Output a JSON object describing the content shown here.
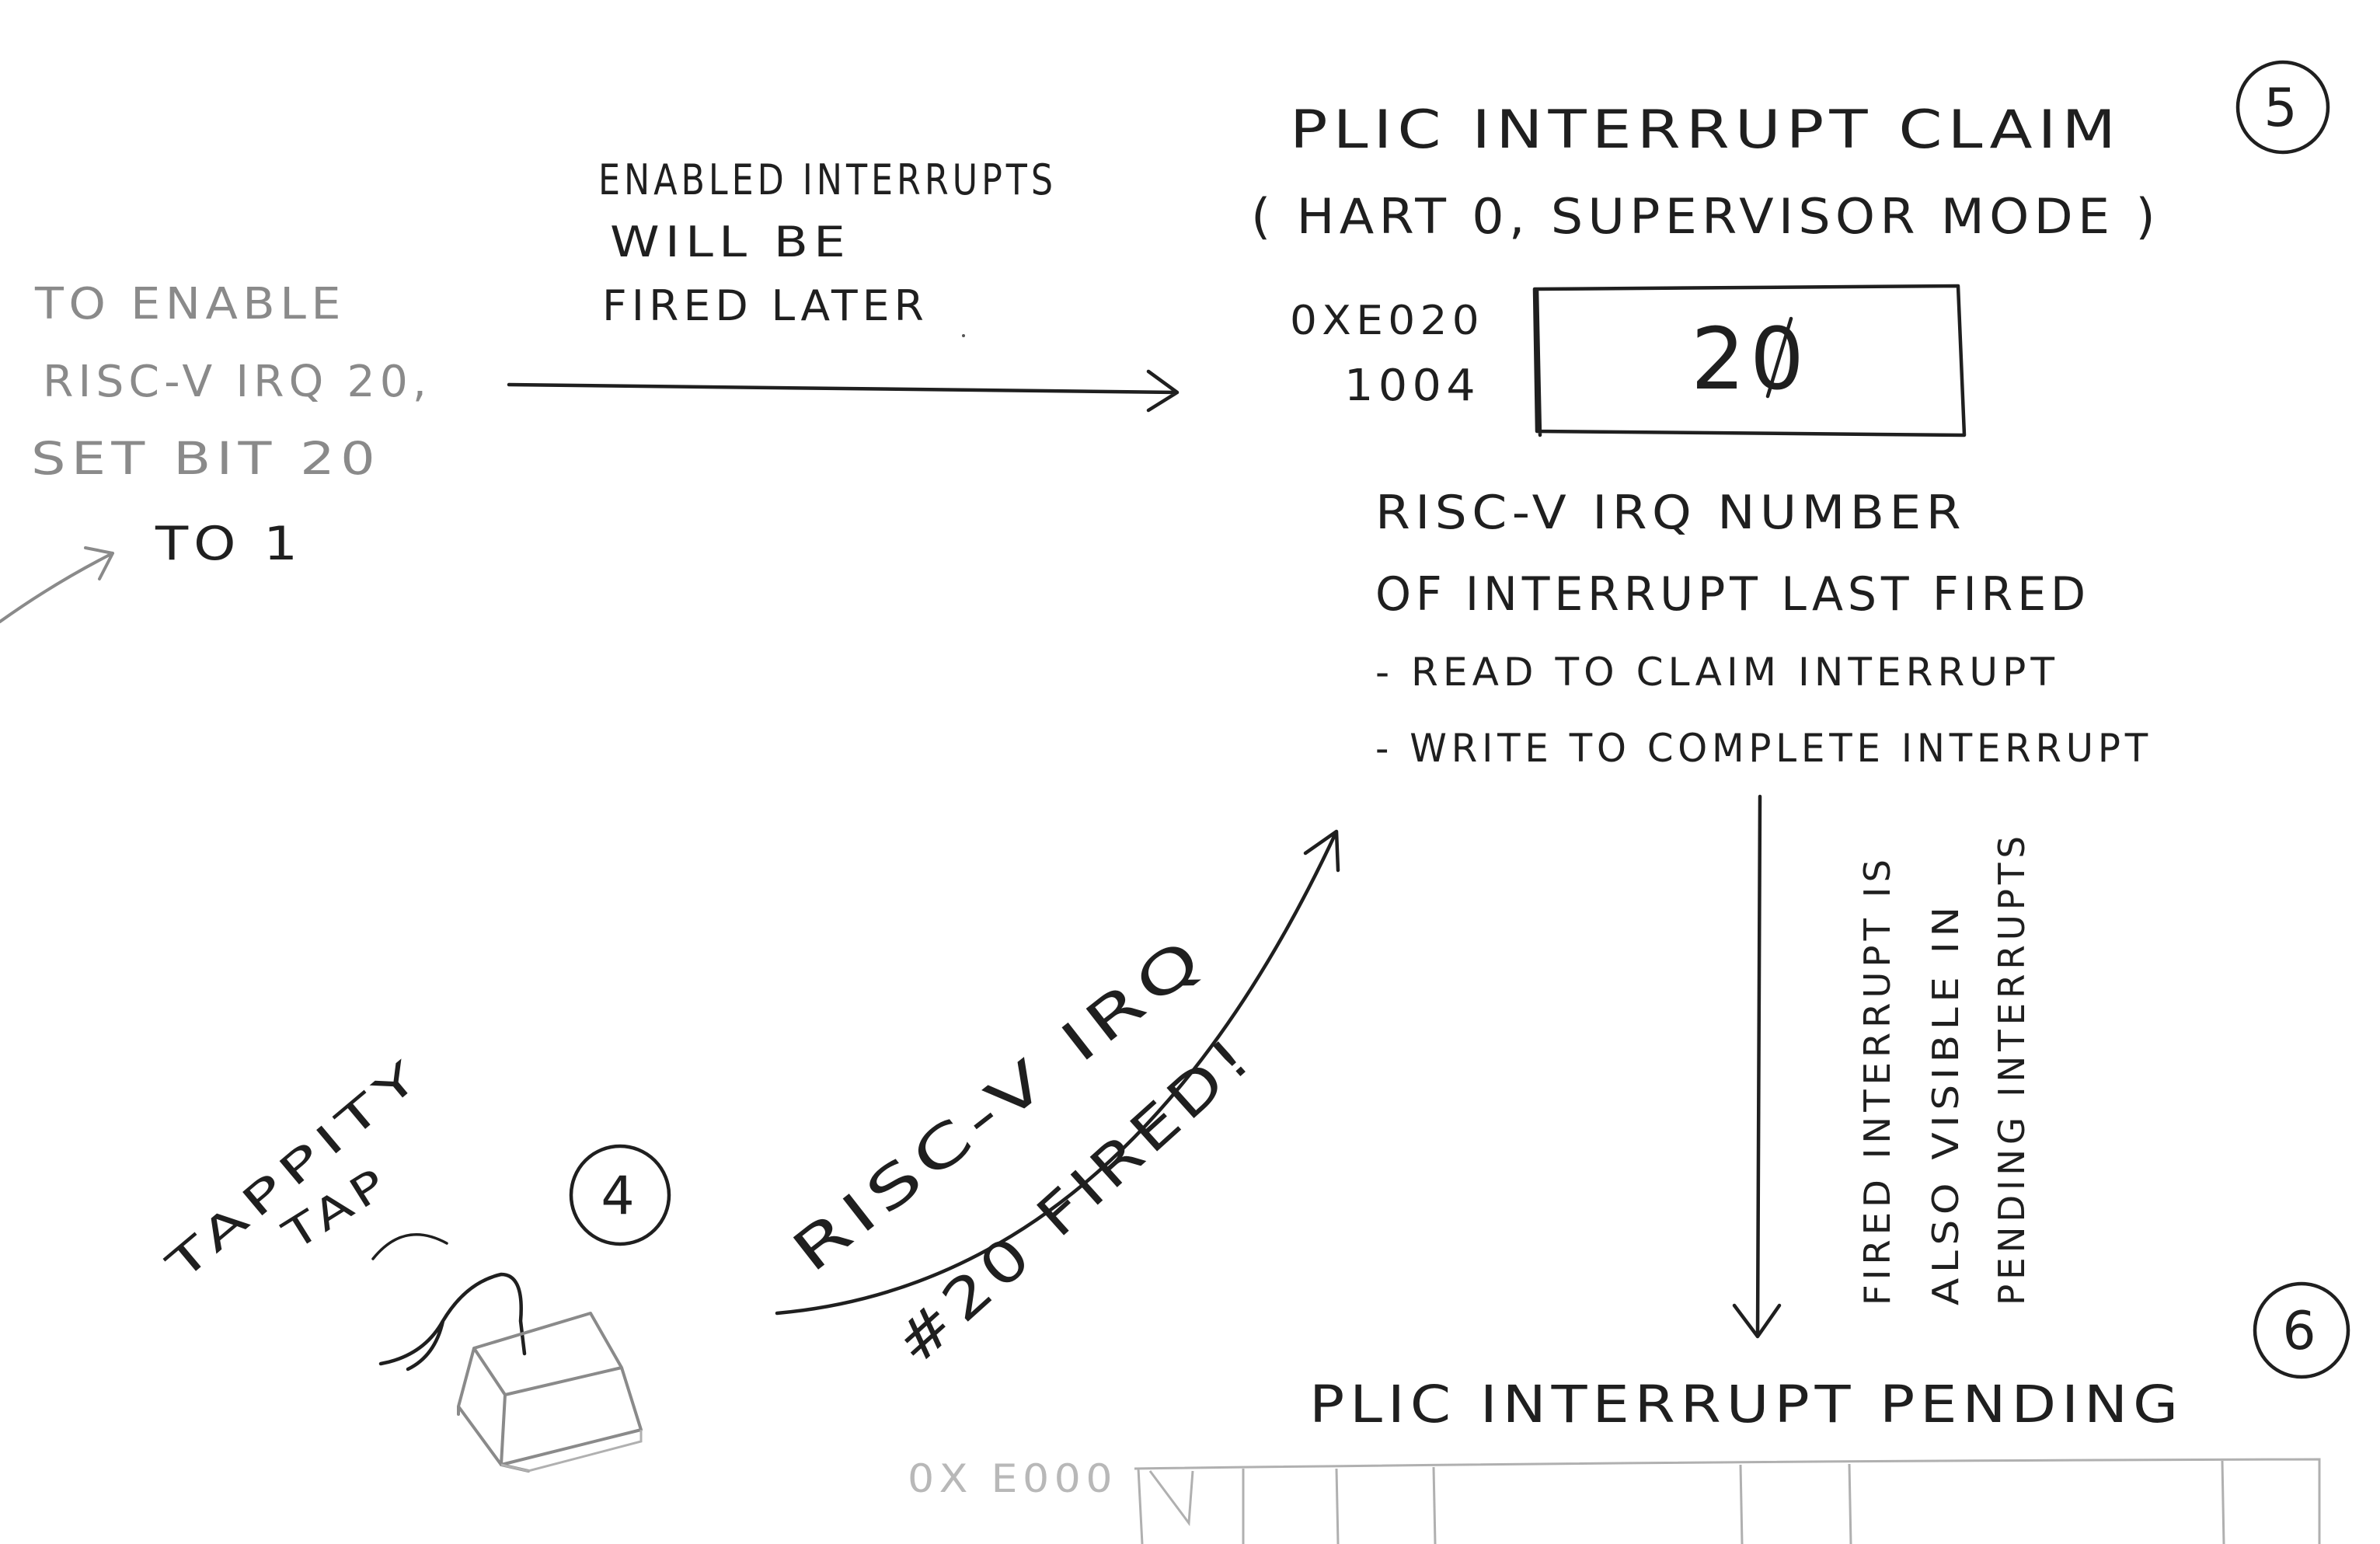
{
  "step5": {
    "number": "5",
    "title": "PLIC INTERRUPT CLAIM",
    "subtitle": "( HART 0, SUPERVISOR MODE )",
    "address_line1": "0XE020",
    "address_line2": "1004",
    "register_value": "20",
    "desc_line1": "RISC-V IRQ NUMBER",
    "desc_line2": "OF INTERRUPT LAST FIRED",
    "desc_line3": "- READ TO CLAIM INTERRUPT",
    "desc_line4": "- WRITE TO COMPLETE INTERRUPT"
  },
  "enable_note": {
    "line1": "TO ENABLE",
    "line2": "RISC-V IRQ 20,",
    "line3": "SET BIT 20",
    "line4": "TO 1"
  },
  "enabled_note": {
    "line1": "ENABLED INTERRUPTS",
    "line2": "WILL BE",
    "line3": "FIRED LATER"
  },
  "step4": {
    "number": "4",
    "tappity": "TAPPITY",
    "tap": "TAP"
  },
  "fired_label": {
    "line1": "RISC-V IRQ",
    "line2": "#20 FIRED!"
  },
  "visible_note": {
    "line1": "FIRED INTERRUPT IS",
    "line2": "ALSO VISIBLE IN",
    "line3": "PENDING INTERRUPTS"
  },
  "step6": {
    "number": "6",
    "title": "PLIC INTERRUPT PENDING",
    "address_line1": "0X E000"
  }
}
